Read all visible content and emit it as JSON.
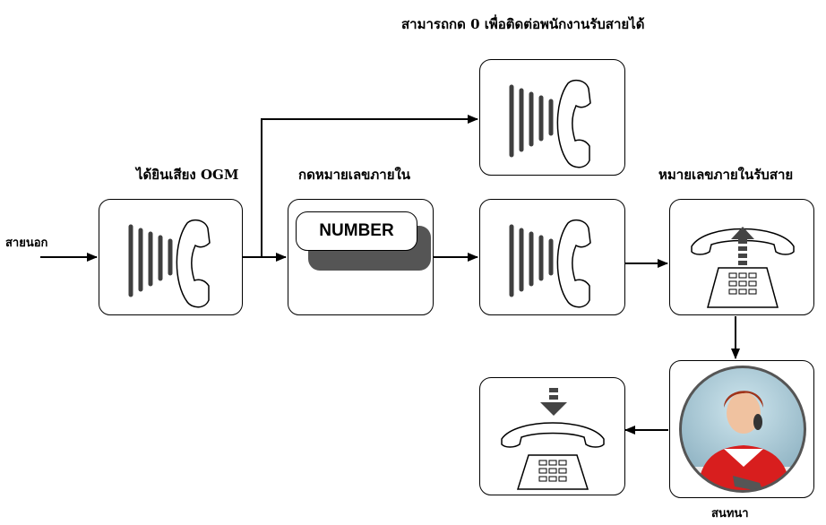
{
  "labels": {
    "operator_note": "สามารถกด 0 เพื่อติดต่อพนักงานรับสายได้",
    "hear_ogm": "ได้ยินเสียง OGM",
    "dial_extension": "กดหมายเลขภายใน",
    "extension_answers": "หมายเลขภายในรับสาย",
    "incoming_call": "สายนอก",
    "conversation": "สนทนา"
  },
  "number_key_label": "NUMBER",
  "colors": {
    "line": "#000000",
    "icon": "#3f3f3f",
    "shadow": "#555555"
  },
  "icons": {
    "ogm_box": "ringing-handset-icon",
    "operator_box": "ringing-handset-icon",
    "ringing_box": "ringing-handset-icon",
    "extension_box": "desk-phone-pickup-icon",
    "conversation_box": "operator-photo",
    "end_box": "desk-phone-hangup-icon"
  }
}
